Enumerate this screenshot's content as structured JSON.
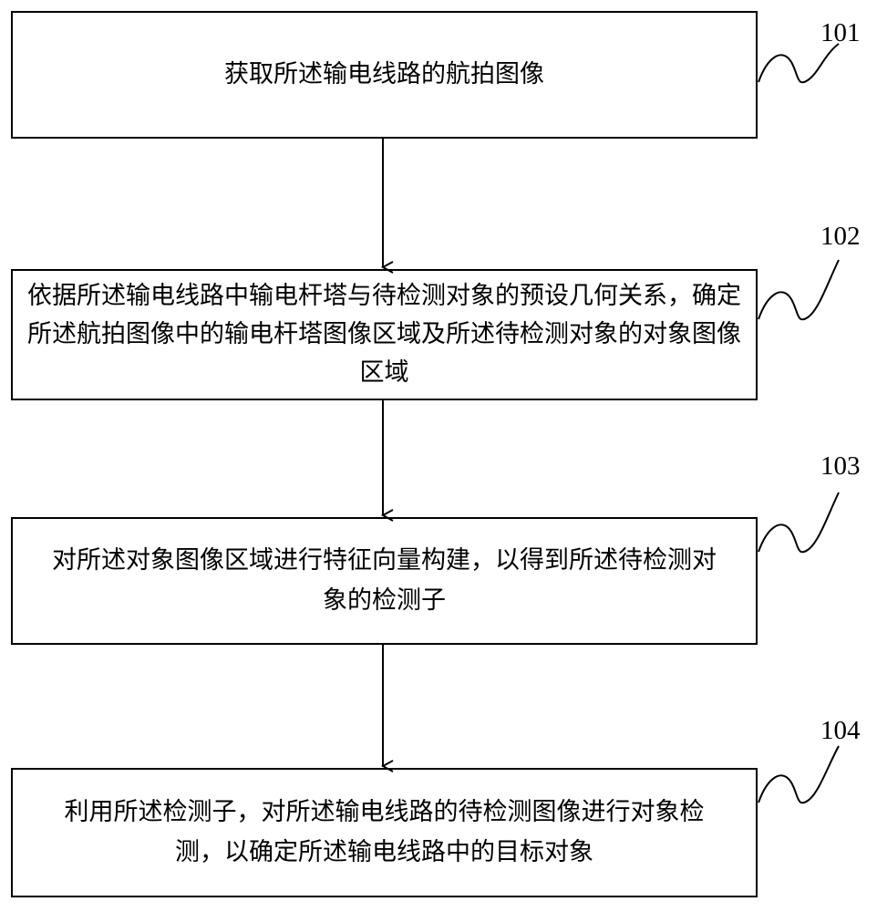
{
  "steps": [
    {
      "id": "101",
      "text": "获取所述输电线路的航拍图像"
    },
    {
      "id": "102",
      "text": "依据所述输电线路中输电杆塔与待检测对象的预设几何关系，确定所述航拍图像中的输电杆塔图像区域及所述待检测对象的对象图像区域"
    },
    {
      "id": "103",
      "text": "对所述对象图像区域进行特征向量构建，以得到所述待检测对象的检测子"
    },
    {
      "id": "104",
      "text": "利用所述检测子，对所述输电线路的待检测图像进行对象检测，以确定所述输电线路中的目标对象"
    }
  ],
  "colors": {
    "stroke": "#000000",
    "background": "#ffffff"
  }
}
